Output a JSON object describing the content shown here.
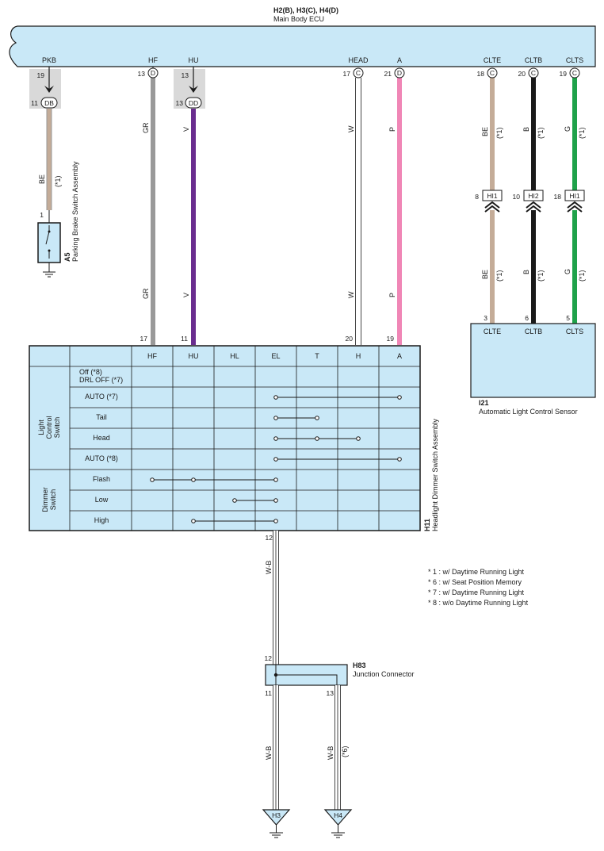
{
  "ecu": {
    "connectors": "H2(B), H3(C), H4(D)",
    "name": "Main Body ECU",
    "terminals": [
      {
        "label": "PKB",
        "pin": "19",
        "conn": ""
      },
      {
        "label": "HF",
        "pin": "13",
        "conn": "D"
      },
      {
        "label": "HU",
        "pin": "13",
        "conn": ""
      },
      {
        "label": "HEAD",
        "pin": "17",
        "conn": "C"
      },
      {
        "label": "A",
        "pin": "21",
        "conn": "D"
      },
      {
        "label": "CLTE",
        "pin": "18",
        "conn": "C"
      },
      {
        "label": "CLTB",
        "pin": "20",
        "conn": "C"
      },
      {
        "label": "CLTS",
        "pin": "19",
        "conn": "C"
      }
    ]
  },
  "jumpers": [
    {
      "pin": "11",
      "conn": "DB"
    },
    {
      "pin": "13",
      "conn": "DD"
    }
  ],
  "wires": [
    {
      "code": "BE",
      "note": "(*1)",
      "color": "#c4ac98"
    },
    {
      "code": "GR",
      "note": "",
      "color": "#999999"
    },
    {
      "code": "V",
      "note": "",
      "color": "#6a2d8f"
    },
    {
      "code": "W",
      "note": "",
      "color": "#ffffff"
    },
    {
      "code": "P",
      "note": "",
      "color": "#f086b6"
    },
    {
      "code": "BE",
      "note": "(*1)",
      "color": "#c4ac98"
    },
    {
      "code": "B",
      "note": "(*1)",
      "color": "#1a1a1a"
    },
    {
      "code": "G",
      "note": "(*1)",
      "color": "#1fa24a"
    }
  ],
  "inline_connectors": [
    {
      "pin": "8",
      "conn": "HI1"
    },
    {
      "pin": "10",
      "conn": "HI2"
    },
    {
      "pin": "18",
      "conn": "HI1"
    }
  ],
  "parking_switch": {
    "id": "A5",
    "name": "Parking Brake Switch Assembly",
    "pin": "1"
  },
  "sensor": {
    "id": "I21",
    "name": "Automatic Light Control Sensor",
    "pins": [
      "3",
      "6",
      "5"
    ],
    "terminals": [
      "CLTE",
      "CLTB",
      "CLTS"
    ]
  },
  "switch_assembly": {
    "id": "H11",
    "name": "Headlight Dimmer Switch Assembly",
    "top_pins": [
      "17",
      "11",
      "20",
      "19"
    ],
    "bottom_pin": "12",
    "columns": [
      "HF",
      "HU",
      "HL",
      "EL",
      "T",
      "H",
      "A"
    ],
    "group_light": "Light Control Switch",
    "group_dimmer": "Dimmer Switch",
    "rows": [
      {
        "label1": "Off (*8)",
        "label2": "DRL OFF (*7)",
        "contacts": []
      },
      {
        "label1": "AUTO (*7)",
        "label2": "",
        "contacts": [
          3,
          6
        ]
      },
      {
        "label1": "Tail",
        "label2": "",
        "contacts": [
          3,
          4
        ]
      },
      {
        "label1": "Head",
        "label2": "",
        "contacts": [
          3,
          4,
          5
        ]
      },
      {
        "label1": "AUTO (*8)",
        "label2": "",
        "contacts": [
          3,
          6
        ]
      },
      {
        "label1": "Flash",
        "label2": "",
        "contacts": [
          0,
          1,
          3
        ]
      },
      {
        "label1": "Low",
        "label2": "",
        "contacts": [
          2,
          3
        ]
      },
      {
        "label1": "High",
        "label2": "",
        "contacts": [
          1,
          3
        ]
      }
    ]
  },
  "wire_wb": {
    "code": "W-B",
    "note": "(*6)"
  },
  "junction": {
    "id": "H83",
    "name": "Junction Connector",
    "pins": [
      "12",
      "11",
      "13"
    ]
  },
  "grounds": [
    "H3",
    "H4"
  ],
  "notes": [
    "* 1 : w/ Daytime Running Light",
    "* 6 : w/ Seat Position Memory",
    "* 7 : w/ Daytime Running Light",
    "* 8 : w/o Daytime Running Light"
  ],
  "colors": {
    "fill": "#c9e8f7",
    "line": "#1a1a1a",
    "grey": "#d9d9d9"
  }
}
